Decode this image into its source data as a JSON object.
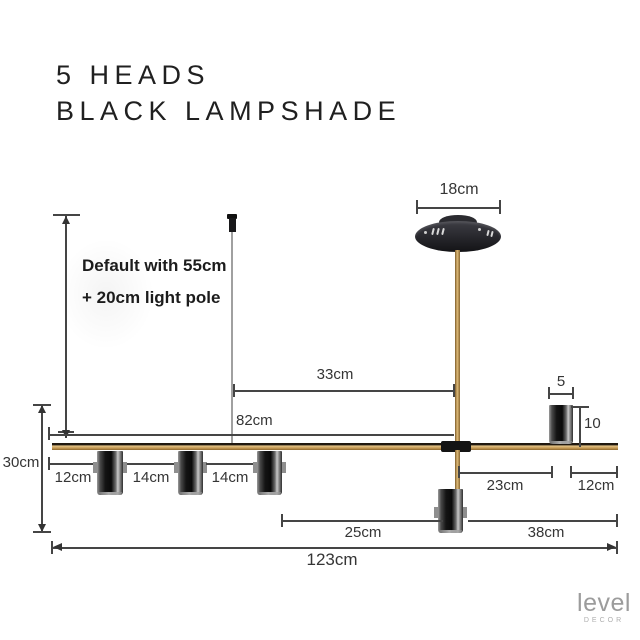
{
  "title": {
    "line1": "5 HEADS",
    "line2": "BLACK LAMPSHADE"
  },
  "note": {
    "line1": "Default with 55cm",
    "line2": "+ 20cm light pole"
  },
  "dims": {
    "canopy_width": "18cm",
    "wire_to_pole": "33cm",
    "left_to_pole": "82cm",
    "fixture_height": "30cm",
    "left_overhang": "12cm",
    "gap1": "14cm",
    "gap2": "14cm",
    "shade_diameter": "5",
    "shade_height": "10",
    "pole_to_right_shade": "23cm",
    "right_overhang": "12cm",
    "third_to_center": "25cm",
    "center_to_end": "38cm",
    "total_length": "123cm"
  },
  "logo": {
    "name": "level",
    "subtitle": "DECOR"
  },
  "colors": {
    "brass": "#c79b55",
    "black": "#1a1a1a",
    "line": "#454545",
    "text": "#353535"
  }
}
